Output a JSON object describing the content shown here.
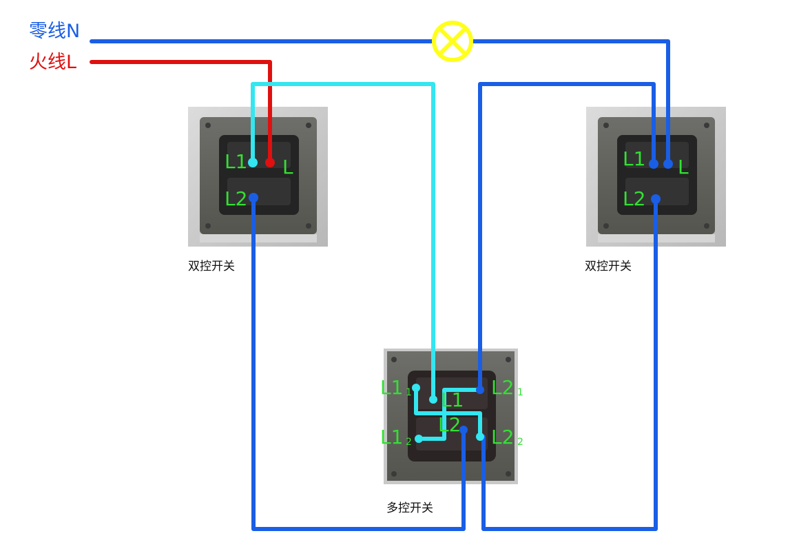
{
  "legend": {
    "neutral": "零线N",
    "live": "火线L"
  },
  "switches": {
    "left": {
      "caption": "双控开关",
      "terminals": {
        "l1": "L1",
        "l": "L",
        "l2": "L2"
      }
    },
    "right": {
      "caption": "双控开关",
      "terminals": {
        "l1": "L1",
        "l": "L",
        "l2": "L2"
      }
    },
    "middle": {
      "caption": "多控开关",
      "terminals": {
        "l1_1": "L1",
        "l1_1_sub": "1",
        "l1_2": "L1",
        "l1_2_sub": "2",
        "l2_1": "L2",
        "l2_1_sub": "1",
        "l2_2": "L2",
        "l2_2_sub": "2",
        "center_l1": "L1",
        "center_l2": "L2"
      }
    }
  },
  "colors": {
    "neutral": "#1a5ee6",
    "live": "#e01010",
    "traveler_a": "#33e6f0",
    "traveler_b": "#1a5ee6",
    "lamp": "#ffff1a",
    "terminal_label": "#33e033"
  },
  "icons": {
    "lamp": "lamp-icon"
  }
}
